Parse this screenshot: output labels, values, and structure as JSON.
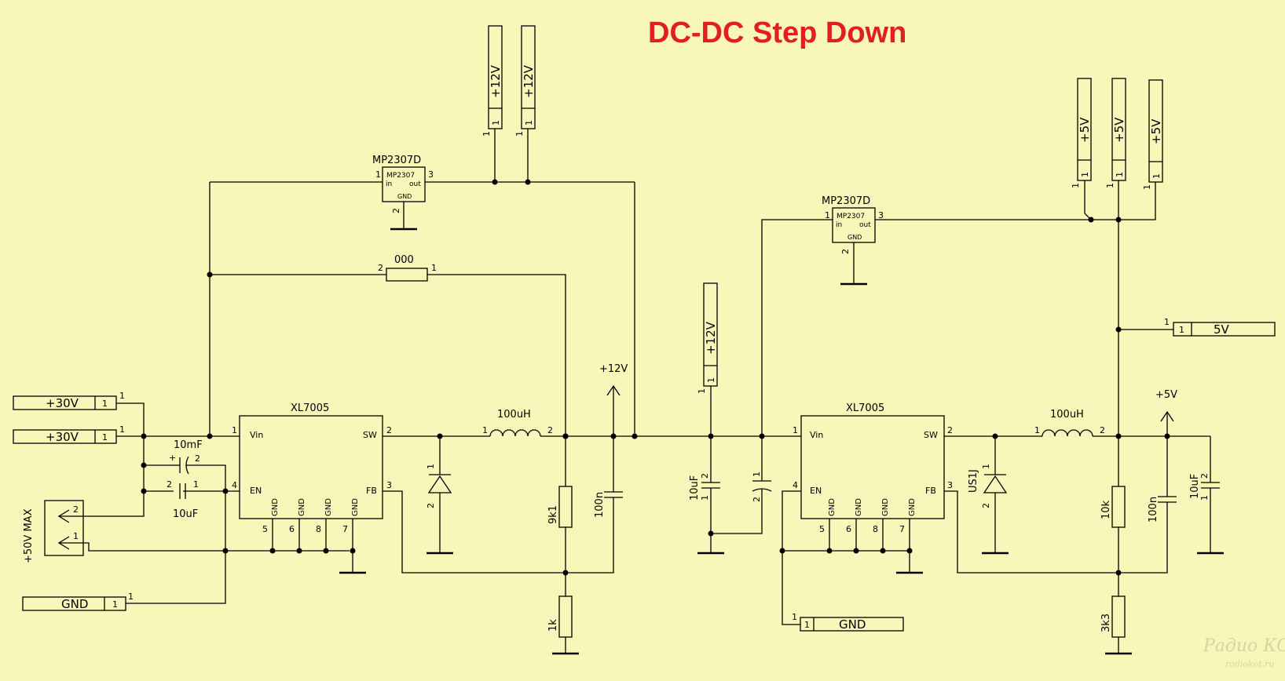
{
  "title": "DC-DC Step Down",
  "left_stage": {
    "regulator": "XL7005",
    "ldo": "MP2307D",
    "ldo_inner": "MP2307",
    "ldo_in": "in",
    "ldo_out": "out",
    "ldo_gnd": "GND",
    "inductor": "100uH",
    "bridge_resistor": "000",
    "cap_bulk": "10mF",
    "cap_small": "10uF",
    "r_top": "9k1",
    "r_bottom": "1k",
    "cap_out": "100n",
    "out_label": "+12V"
  },
  "right_stage": {
    "regulator": "XL7005",
    "ldo": "MP2307D",
    "ldo_inner": "MP2307",
    "ldo_in": "in",
    "ldo_out": "out",
    "ldo_gnd": "GND",
    "inductor": "100uH",
    "diode": "US1J",
    "cap_in": "10uF",
    "r_top": "10k",
    "r_bottom": "3k3",
    "cap_out1": "100n",
    "cap_out2": "10uF",
    "out_label": "+5V"
  },
  "pins": {
    "vin": "Vin",
    "sw": "SW",
    "en": "EN",
    "fb": "FB",
    "gnd": "GND",
    "n1": "1",
    "n2": "2",
    "n3": "3",
    "n4": "4",
    "n5": "5",
    "n6": "6",
    "n7": "7",
    "n8": "8"
  },
  "connectors": {
    "in1": "+30V",
    "in2": "+30V",
    "gnd_left": "GND",
    "gnd_right": "GND",
    "out5v_horizontal": "5V",
    "v12": "+12V",
    "v5": "+5V",
    "pin": "1"
  },
  "input_connector_label": "+50V MAX",
  "watermark": {
    "main": "Радио КОТ",
    "sub": "radiokot.ru"
  }
}
